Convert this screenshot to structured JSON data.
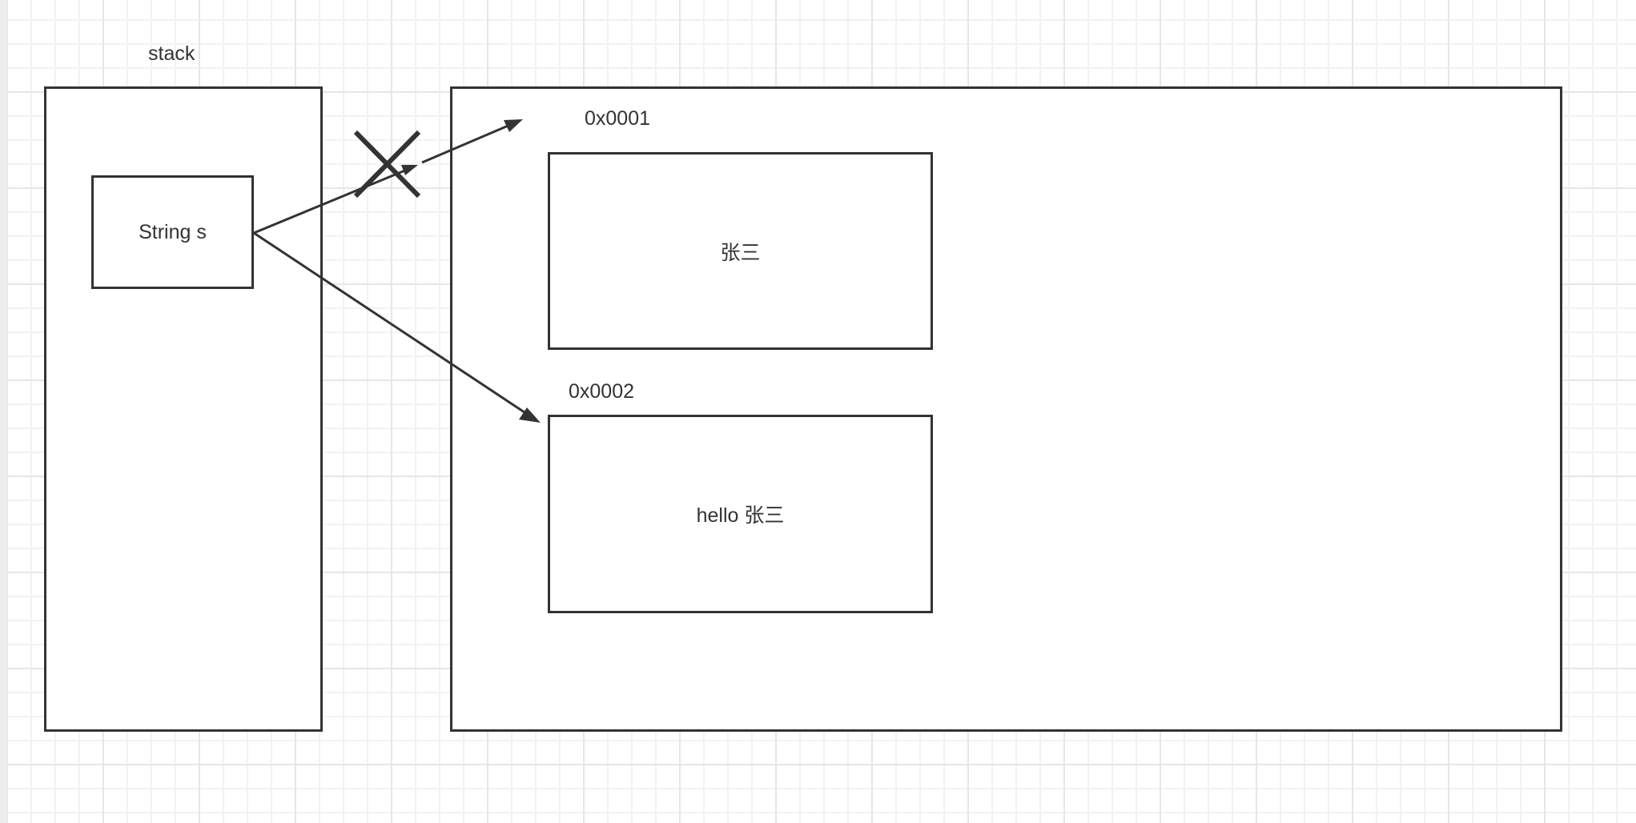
{
  "diagram": {
    "type": "memory-diagram",
    "stack": {
      "title": "stack",
      "variable": "String s"
    },
    "heap": {
      "objects": [
        {
          "address": "0x0001",
          "value": "张三",
          "referenced": false
        },
        {
          "address": "0x0002",
          "value": "hello 张三",
          "referenced": true
        }
      ]
    },
    "edges": [
      {
        "from": "String s",
        "to": "0x0001",
        "status": "crossed-out",
        "marker": "X"
      },
      {
        "from": "String s",
        "to": "0x0002",
        "status": "active"
      }
    ],
    "colors": {
      "stroke": "#333333",
      "text": "#333333",
      "grid_minor": "#f2f2f2",
      "grid_major": "#e6e6e6",
      "background": "#ffffff"
    }
  }
}
